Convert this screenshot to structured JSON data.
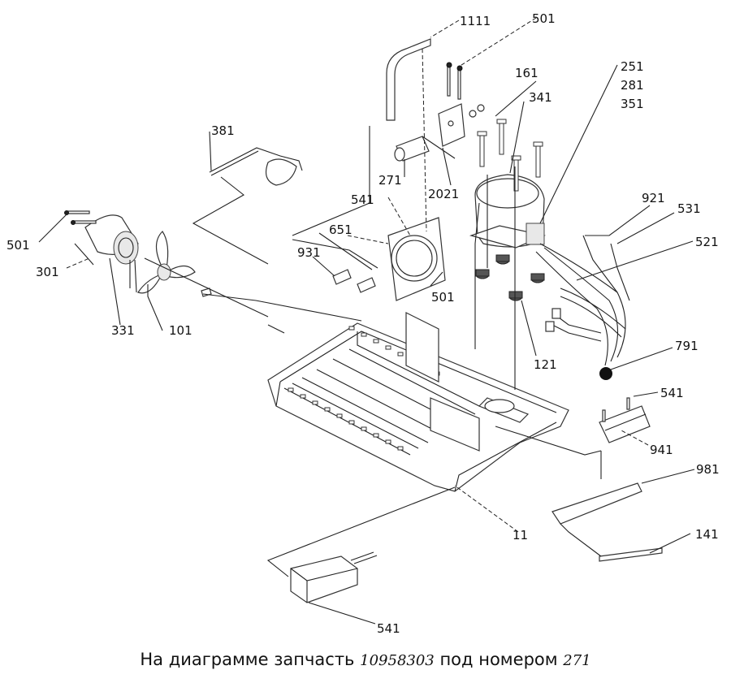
{
  "labels": {
    "l1111": "1111",
    "l501a": "501",
    "l161": "161",
    "l251": "251",
    "l281": "281",
    "l351": "351",
    "l341": "341",
    "l381": "381",
    "l271": "271",
    "l2021": "2021",
    "l541a": "541",
    "l921": "921",
    "l531": "531",
    "l521": "521",
    "l651": "651",
    "l931": "931",
    "l501b": "501",
    "l301": "301",
    "l331": "331",
    "l101": "101",
    "l501c": "501",
    "l121": "121",
    "l791": "791",
    "l541b": "541",
    "l941": "941",
    "l981": "981",
    "l11": "11",
    "l141": "141",
    "l541c": "541"
  },
  "caption": {
    "prefix": "На диаграмме запчасть",
    "part_number": "10958303",
    "middle": "под номером",
    "part_label": "271"
  }
}
